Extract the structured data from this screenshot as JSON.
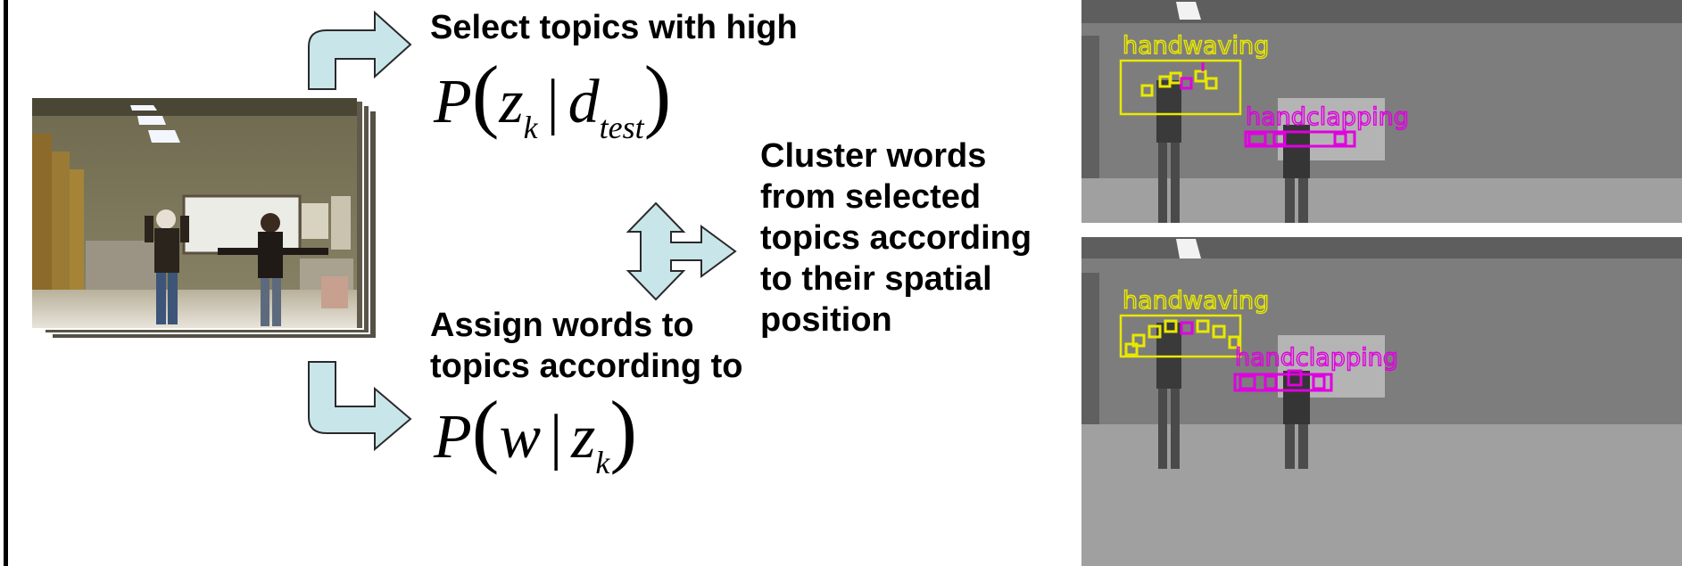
{
  "steps": {
    "select": "Select topics with high",
    "cluster": [
      "Cluster words",
      "from selected",
      "topics according",
      "to their spatial",
      "position"
    ],
    "assign": [
      "Assign words to",
      "topics according to"
    ]
  },
  "formulas": {
    "topic_given_doc": {
      "func": "P",
      "var": "z",
      "var_sub": "k",
      "given": "d",
      "given_sub": "test"
    },
    "word_given_topic": {
      "func": "P",
      "var": "w",
      "given": "z",
      "given_sub": "k"
    }
  },
  "detections": {
    "top": {
      "labels": [
        "handwaving",
        "handclapping"
      ]
    },
    "bottom": {
      "labels": [
        "handwaving",
        "handclapping"
      ]
    }
  },
  "colors": {
    "arrow_fill": "#c8e6ea",
    "arrow_stroke": "#2a2a2a",
    "handwaving": "#e8e800",
    "handclapping": "#e000e0"
  }
}
